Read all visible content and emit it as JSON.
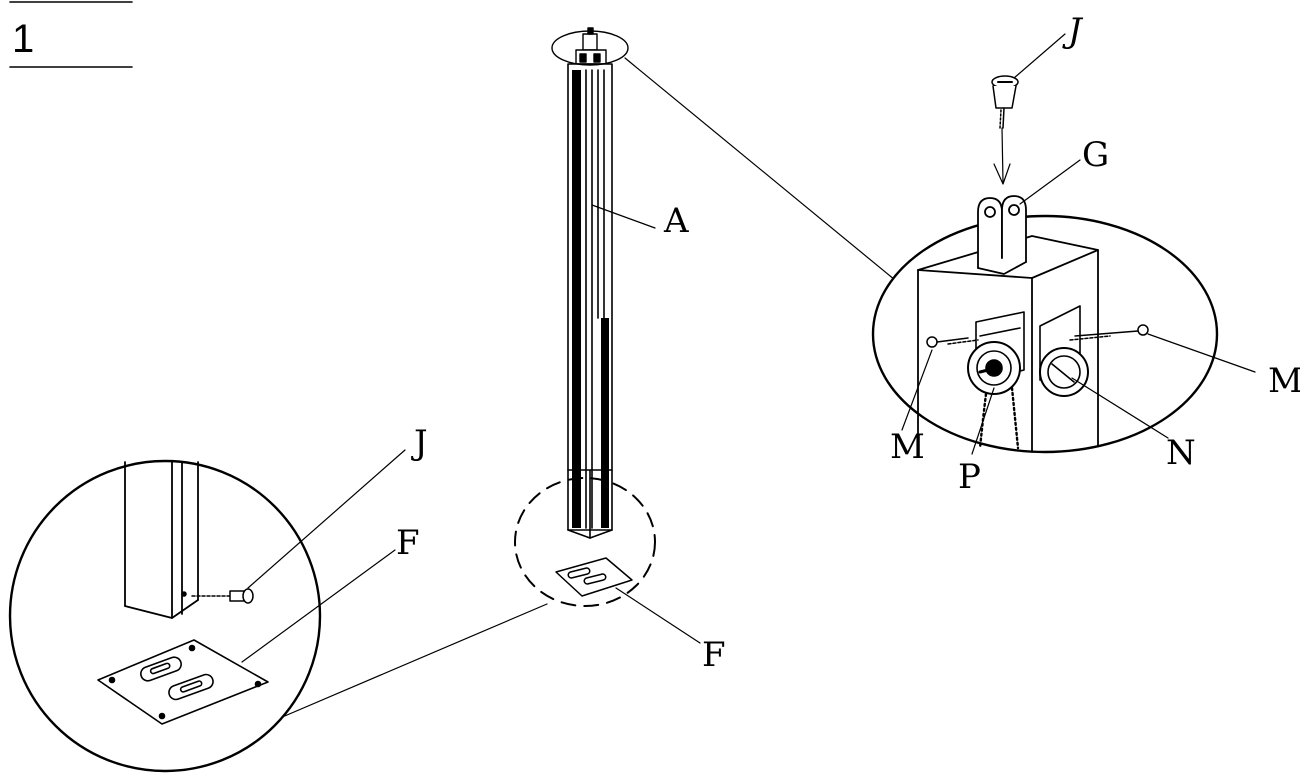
{
  "step_number": "1",
  "callouts": {
    "A": "A",
    "J_top": "J",
    "G": "G",
    "M_left": "M",
    "P": "P",
    "N": "N",
    "M_right": "M",
    "J_bottom": "J",
    "F_detail": "F",
    "F_main": "F"
  }
}
